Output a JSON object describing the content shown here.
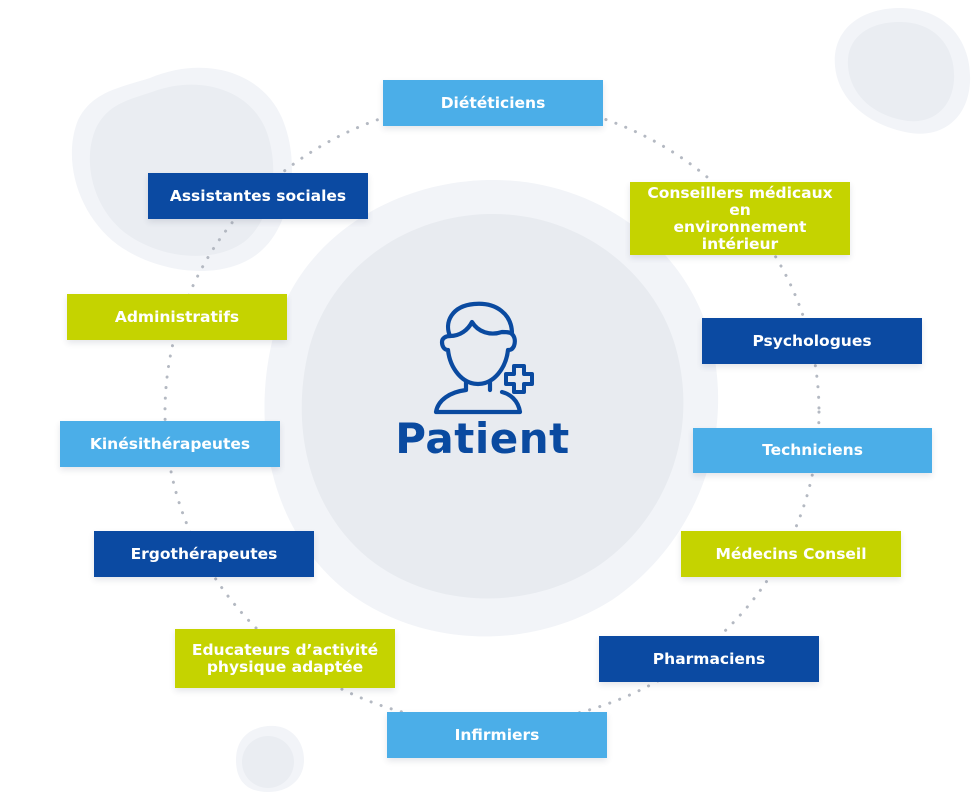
{
  "center": {
    "label": "Patient",
    "icon": "patient-plus-icon",
    "color": "#0a4aa0"
  },
  "colors": {
    "light_blue": "#4baee8",
    "dark_blue": "#0b4aa2",
    "lime": "#c5d300",
    "dots": "#b4b9c2",
    "blob": "#eaedf2",
    "blob_ring": "#f3f5f8"
  },
  "nodes": [
    {
      "id": "dieteticiens",
      "label": "Diététiciens",
      "color": "light_blue"
    },
    {
      "id": "conseillers",
      "label": "Conseillers médicaux en\nenvironnement\nintérieur",
      "color": "lime"
    },
    {
      "id": "psychologues",
      "label": "Psychologues",
      "color": "dark_blue"
    },
    {
      "id": "techniciens",
      "label": "Techniciens",
      "color": "light_blue"
    },
    {
      "id": "medecins",
      "label": "Médecins Conseil",
      "color": "lime"
    },
    {
      "id": "pharmaciens",
      "label": "Pharmaciens",
      "color": "dark_blue"
    },
    {
      "id": "infirmiers",
      "label": "Infirmiers",
      "color": "light_blue"
    },
    {
      "id": "educateurs",
      "label": "Educateurs d’activité\nphysique adaptée",
      "color": "lime"
    },
    {
      "id": "ergotherapeutes",
      "label": "Ergothérapeutes",
      "color": "dark_blue"
    },
    {
      "id": "kinesitherapeutes",
      "label": "Kinésithérapeutes",
      "color": "light_blue"
    },
    {
      "id": "administratifs",
      "label": "Administratifs",
      "color": "lime"
    },
    {
      "id": "assistantes",
      "label": "Assistantes sociales",
      "color": "dark_blue"
    }
  ]
}
